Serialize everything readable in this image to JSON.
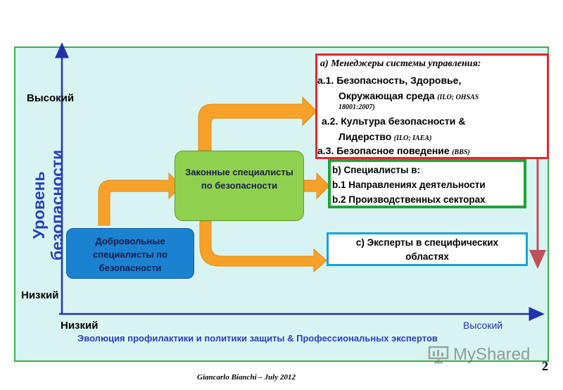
{
  "axis": {
    "y_title_line1": "Уровень",
    "y_title_line2": "безопасности",
    "y_high": "Высокий",
    "y_low": "Низкий",
    "x_low": "Низкий",
    "x_high": "Высокий",
    "x_title": "Эволюция профилактики и политики защиты & Профессиональных экспертов"
  },
  "boxes": {
    "volunteer": {
      "line1": "Добровольные",
      "line2": "специалисты по",
      "line3": "безопасности"
    },
    "legal": {
      "line1": "Законные специалисты",
      "line2": "по безопасности"
    },
    "managers": {
      "heading": "a)   Менеджеры системы управления:",
      "a1_line1": "a.1. Безопасность, Здоровье,",
      "a1_line2": "Окружающая среда",
      "a1_ref": "(ILO; OHSAS",
      "a1_ref2": "18001:2007)",
      "a2_line1": "a.2. Культура безопасности &",
      "a2_line2": "Лидерство",
      "a2_ref": "(ILO; IAEA)",
      "a3_line": "a.3. Безопасное поведение",
      "a3_ref": "(BBS)"
    },
    "specialists": {
      "line1": "b) Специалисты в:",
      "line2": "b.1 Направлениях деятельности",
      "line3": "b.2  Производственных секторах"
    },
    "experts": {
      "line1": "c) Эксперты в специфических",
      "line2": "областях"
    }
  },
  "footer": {
    "author": "Giancarlo Bianchi – July 2012",
    "page": "2",
    "watermark": "MyShared"
  },
  "colors": {
    "frame_bg": "#d8f4f2",
    "frame_border": "#3cae54",
    "axis": "#2233aa",
    "arrow": "#f7a128",
    "volunteer_bg": "#1b82d1",
    "legal_bg": "#8fd14f",
    "managers_border": "#e3262f",
    "specialists_border": "#1fa338",
    "experts_border": "#1aa2d6"
  }
}
